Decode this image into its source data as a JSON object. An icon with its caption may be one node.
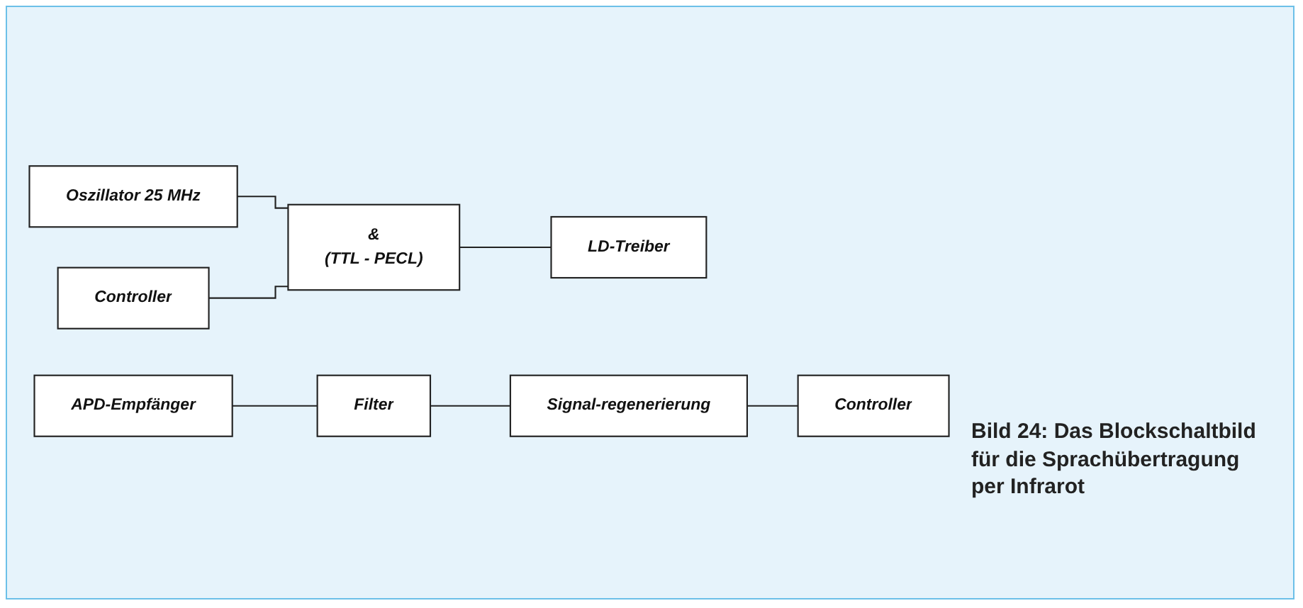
{
  "diagram": {
    "caption": "Bild 24: Das Blockschaltbild für die Sprachübertragung per Infrarot",
    "nodes": [
      {
        "text": [
          "Oszillator 25 MHz"
        ]
      },
      {
        "text": [
          "&",
          "(TTL - PECL)"
        ]
      },
      {
        "text": [
          "LD-Treiber"
        ]
      },
      {
        "text": [
          "Controller"
        ]
      },
      {
        "text": [
          "APD-Empfänger"
        ]
      },
      {
        "text": [
          "Filter"
        ]
      },
      {
        "text": [
          "Signal-regenerierung"
        ]
      },
      {
        "text": [
          "Controller"
        ]
      }
    ],
    "edges": [
      {
        "from": 0,
        "to": 1,
        "arrow": "none"
      },
      {
        "from": 3,
        "to": 1,
        "arrow": "none"
      },
      {
        "from": 1,
        "to": 2,
        "arrow": "none"
      },
      {
        "from": 4,
        "to": 5,
        "arrow": "none"
      },
      {
        "from": 5,
        "to": 6,
        "arrow": "none"
      },
      {
        "from": 6,
        "to": 7,
        "arrow": "none"
      }
    ]
  }
}
